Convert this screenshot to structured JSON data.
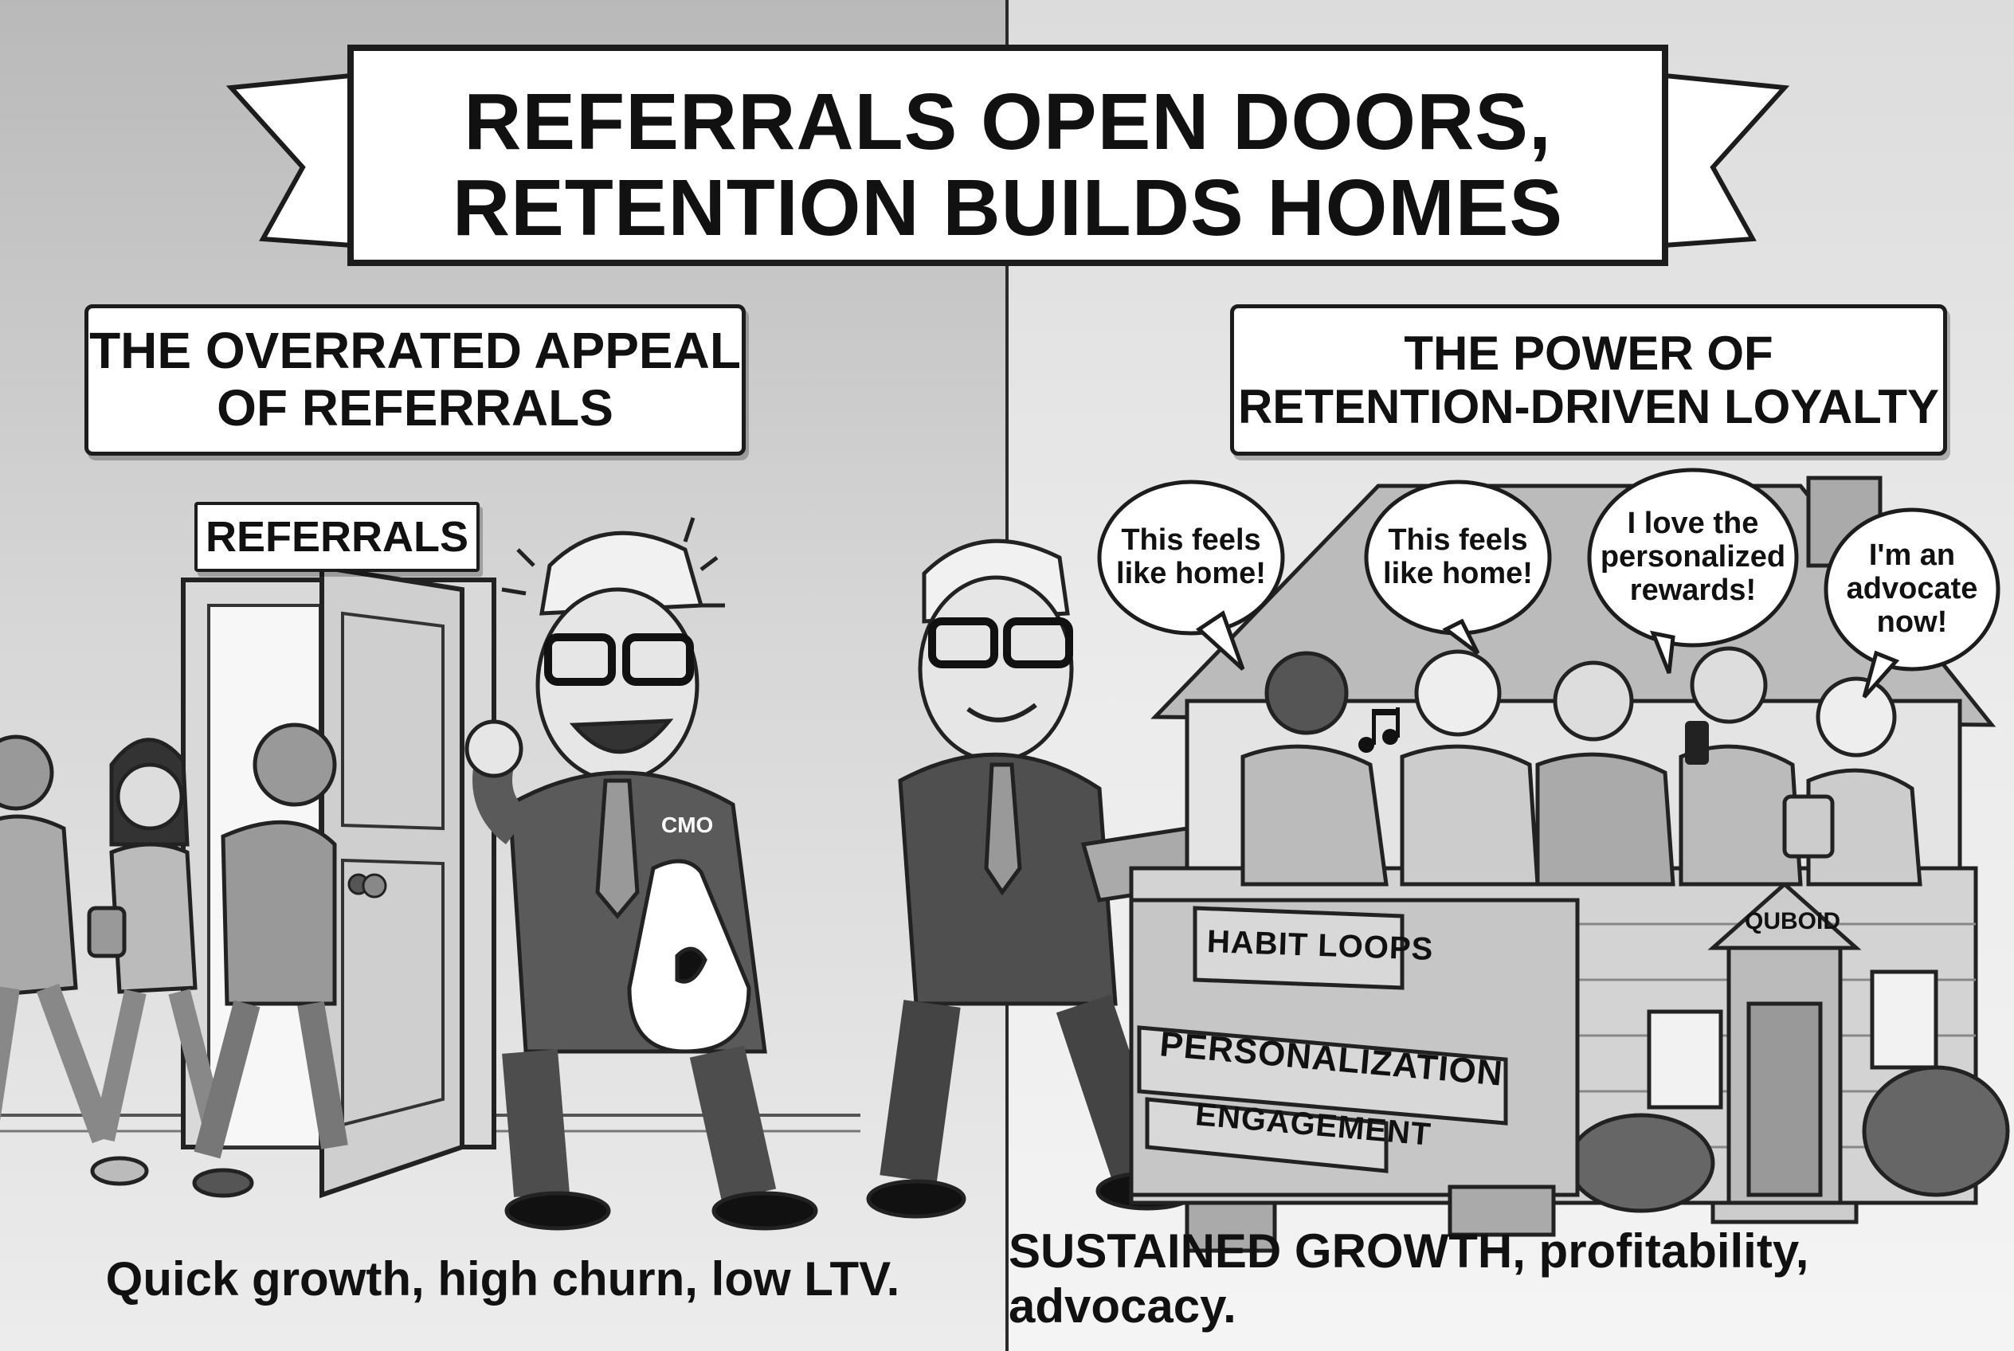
{
  "banner": {
    "line1": "REFERRALS OPEN DOORS,",
    "line2": "RETENTION BUILDS HOMES"
  },
  "left": {
    "heading_line1": "THE OVERRATED APPEAL",
    "heading_line2": "OF REFERRALS",
    "door_sign": "REFERRALS",
    "suit_badge": "CMO",
    "caption": "Quick growth, high churn, low LTV."
  },
  "right": {
    "heading_line1": "THE POWER OF",
    "heading_line2": "RETENTION-DRIVEN LOYALTY",
    "bubbles": [
      {
        "line1": "This feels",
        "line2": "like home!"
      },
      {
        "line1": "This feels",
        "line2": "like home!"
      },
      {
        "line1": "I love the",
        "line2": "personalized",
        "line3": "rewards!"
      },
      {
        "line1": "I'm an",
        "line2": "advocate",
        "line3": "now!"
      }
    ],
    "blocks": [
      "HABIT LOOPS",
      "PERSONALIZATION",
      "ENGAGEMENT"
    ],
    "house_sign": "QUBOID",
    "caption": "SUSTAINED GROWTH, profitability, advocacy."
  },
  "icons": [
    "music-note-icon",
    "smartphone-icon",
    "tablet-icon",
    "money-bag-icon"
  ],
  "colors": {
    "ink": "#111111",
    "paper": "#ffffff",
    "gray": "#9a9a9a"
  }
}
